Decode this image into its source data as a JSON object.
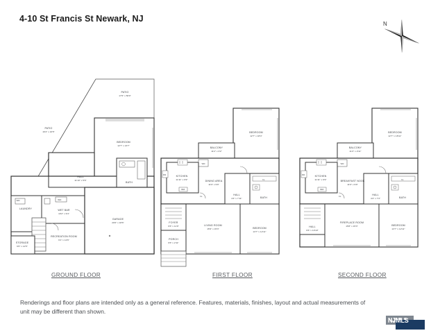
{
  "document": {
    "title": "4-10 St Francis St Newark, NJ",
    "disclaimer": "Renderings and floor plans are intended only as a general reference. Features, materials, finishes, layout and actual measurements of unit may be different than shown."
  },
  "compass": {
    "north_label": "N",
    "icon": "compass-rose-icon"
  },
  "logo": {
    "strip_text": "NJMLS",
    "badge_text": "NJMLS",
    "badge_color": "#1b3b62",
    "strip_color": "#7f8790"
  },
  "floors": [
    {
      "id": "ground",
      "caption": "GROUND FLOOR",
      "rooms": [
        {
          "name": "PATIO",
          "dim": "17'6\" x 56'0\""
        },
        {
          "name": "PATIO",
          "dim": "16'4\" x 16'5\""
        },
        {
          "name": "BEDROOM",
          "dim": "12'7\" x 13'7\""
        },
        {
          "name": "HALL",
          "dim": "11'10\" x 5'6\""
        },
        {
          "name": "BATH",
          "dim": ""
        },
        {
          "name": "LAUNDRY",
          "dim": ""
        },
        {
          "name": "WET BAR",
          "dim": "10'2\" x 9'4\""
        },
        {
          "name": "RECREATION ROOM",
          "dim": "9'1\" x 12'6\""
        },
        {
          "name": "STORAGE",
          "dim": "6'6\" x 12'5\""
        },
        {
          "name": "GARAGE",
          "dim": "20'0\" x 18'6\""
        }
      ]
    },
    {
      "id": "first",
      "caption": "FIRST FLOOR",
      "rooms": [
        {
          "name": "BEDROOM",
          "dim": "12'7\" x 18'4\""
        },
        {
          "name": "BALCONY",
          "dim": "11'2\" x 3'2\""
        },
        {
          "name": "KITCHEN",
          "dim": "11'11\" x 9'9\""
        },
        {
          "name": "DINING AREA",
          "dim": "11'9\" x 9'9\""
        },
        {
          "name": "HALL",
          "dim": "4'4\" x 7'11\""
        },
        {
          "name": "BATH",
          "dim": ""
        },
        {
          "name": "LIVING ROOM",
          "dim": "15'9\" x 15'3\""
        },
        {
          "name": "BEDROOM",
          "dim": "13'7\" x 12'11\""
        },
        {
          "name": "FOYER",
          "dim": "6'6\" x 11'9\""
        },
        {
          "name": "PORCH",
          "dim": "6'6\" x 2'11\""
        }
      ]
    },
    {
      "id": "second",
      "caption": "SECOND FLOOR",
      "rooms": [
        {
          "name": "BEDROOM",
          "dim": "12'7\" x 18'11\""
        },
        {
          "name": "BALCONY",
          "dim": "11'2\" x 2'11\""
        },
        {
          "name": "KITCHEN",
          "dim": "11'11\" x 9'9\""
        },
        {
          "name": "BREAKFAST NOOK",
          "dim": "11'9\" x 9'9\""
        },
        {
          "name": "HALL",
          "dim": "4'4\" x 7'3\""
        },
        {
          "name": "BATH",
          "dim": ""
        },
        {
          "name": "FIREPLACE ROOM",
          "dim": "15'8\" x 15'3\""
        },
        {
          "name": "BEDROOM",
          "dim": "13'7\" x 12'11\""
        },
        {
          "name": "HALL",
          "dim": "6'6\" x 10'10\""
        }
      ]
    }
  ],
  "fixture_labels": {
    "washer_dryer": "W/D",
    "refrigerator": "REF.",
    "dishwasher": "DW",
    "closet": "CL."
  }
}
